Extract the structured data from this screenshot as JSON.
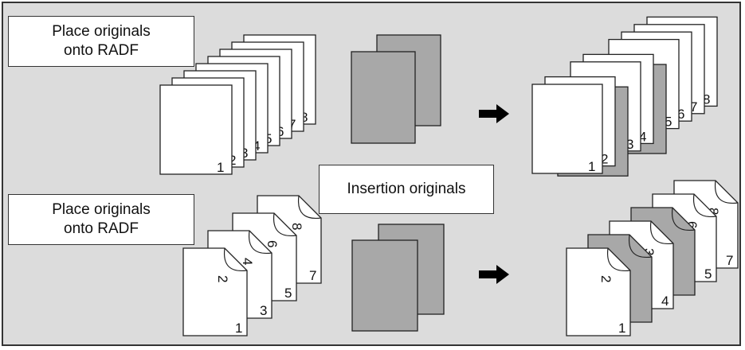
{
  "labels": {
    "top_line1": "Place originals",
    "top_line2": "onto RADF",
    "bottom_line1": "Place originals",
    "bottom_line2": "onto RADF",
    "insertion": "Insertion originals"
  },
  "colors": {
    "panel_bg": "#dcdcdc",
    "page_white": "#ffffff",
    "page_gray": "#a8a8a8",
    "outline": "#222222",
    "arrow": "#000000"
  },
  "top_originals": [
    "1",
    "2",
    "3",
    "4",
    "5",
    "6",
    "7",
    "8"
  ],
  "top_result": [
    {
      "number": "1",
      "type": "original"
    },
    {
      "number": "2",
      "type": "original"
    },
    {
      "number": "",
      "type": "insertion"
    },
    {
      "number": "3",
      "type": "original"
    },
    {
      "number": "4",
      "type": "original"
    },
    {
      "number": "",
      "type": "insertion"
    },
    {
      "number": "5",
      "type": "original"
    },
    {
      "number": "6",
      "type": "original"
    },
    {
      "number": "7",
      "type": "original"
    },
    {
      "number": "8",
      "type": "original"
    }
  ],
  "bottom_originals": [
    {
      "front": "1",
      "back": "2"
    },
    {
      "front": "3",
      "back": "4"
    },
    {
      "front": "5",
      "back": "6"
    },
    {
      "front": "7",
      "back": "8"
    }
  ],
  "bottom_result": [
    {
      "front": "1",
      "back": "2",
      "type": "original"
    },
    {
      "front": "",
      "back": "",
      "type": "insertion"
    },
    {
      "front": "4",
      "back": "3",
      "type": "original"
    },
    {
      "front": "",
      "back": "",
      "type": "insertion"
    },
    {
      "front": "5",
      "back": "6",
      "type": "original"
    },
    {
      "front": "7",
      "back": "8",
      "type": "original"
    }
  ],
  "icons": {
    "arrow": "right-arrow-icon",
    "insertion_sheets": "gray-sheets-icon"
  }
}
